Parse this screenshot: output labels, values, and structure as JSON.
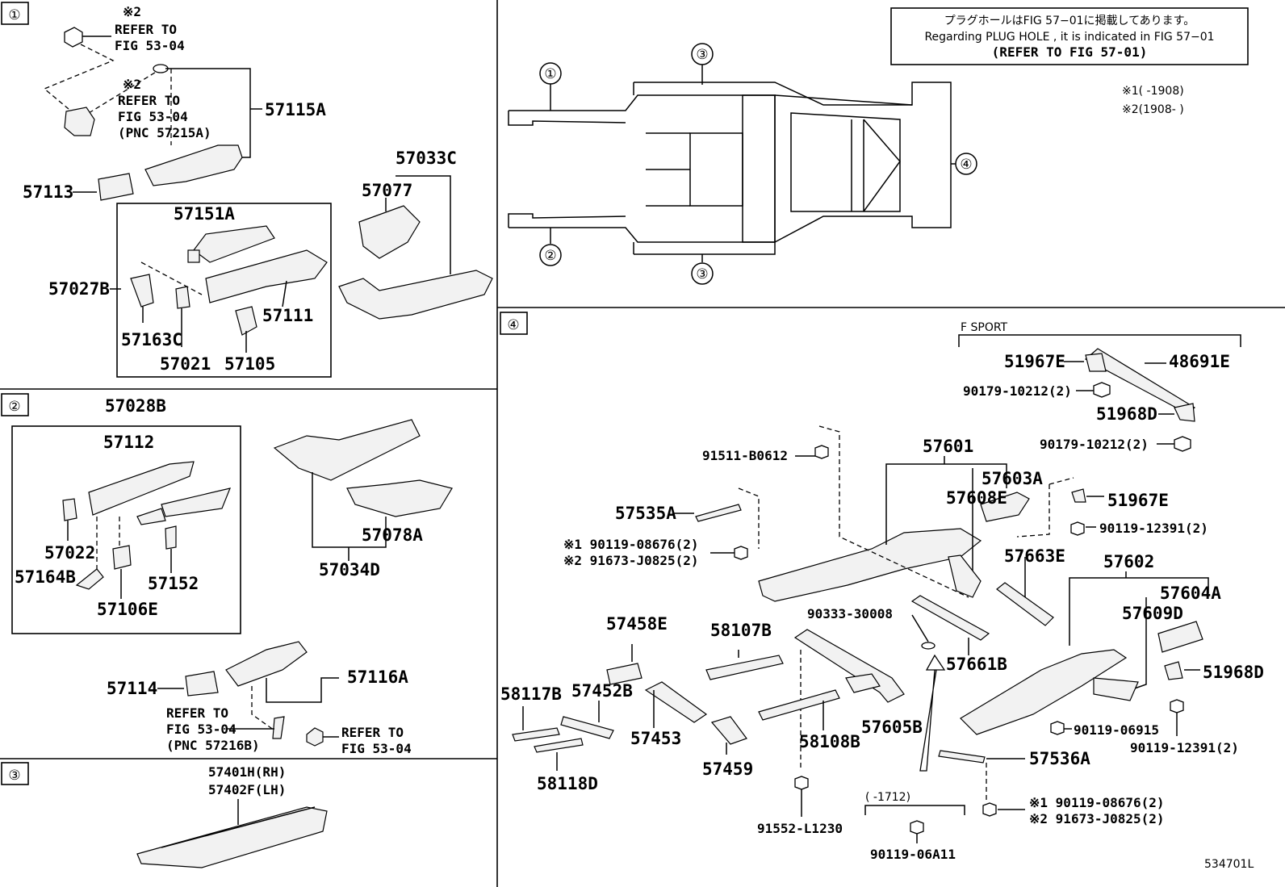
{
  "sections": {
    "s1": "①",
    "s2": "②",
    "s3": "③",
    "s4": "④"
  },
  "note_box": {
    "line1": "プラグホールはFIG 57−01に掲載してあります。",
    "line2": "Regarding  PLUG  HOLE , it is indicated in FIG  57−01",
    "line3": "(REFER TO FIG 57-01)"
  },
  "legend": {
    "m1": "※1(      -1908)",
    "m2": "※2(1908-      )"
  },
  "overview": {
    "c1": "①",
    "c2": "②",
    "c3a": "③",
    "c3b": "③",
    "c4": "④"
  },
  "sec1": {
    "ref1_mark": "※2",
    "ref1_a": "REFER TO",
    "ref1_b": "FIG 53-04",
    "ref2_mark": "※2",
    "ref2_a": "REFER TO",
    "ref2_b": "FIG 53-04",
    "ref2_c": "(PNC 57215A)",
    "p57115A": "57115A",
    "p57113": "57113",
    "p57151A": "57151A",
    "p57027B": "57027B",
    "p57111": "57111",
    "p57163C": "57163C",
    "p57021": "57021",
    "p57105": "57105",
    "p57033C": "57033C",
    "p57077": "57077"
  },
  "sec2": {
    "p57028B": "57028B",
    "p57112": "57112",
    "p57022": "57022",
    "p57164B": "57164B",
    "p57106E": "57106E",
    "p57152": "57152",
    "p57034D": "57034D",
    "p57078A": "57078A",
    "p57114": "57114",
    "p57116A": "57116A",
    "ref3_a": "REFER TO",
    "ref3_b": "FIG 53-04",
    "ref3_c": "(PNC 57216B)",
    "ref4_a": "REFER TO",
    "ref4_b": "FIG 53-04"
  },
  "sec3": {
    "p57401H": "57401H(RH)",
    "p57402F": "57402F(LH)"
  },
  "sec4": {
    "fsport": "F SPORT",
    "p51967E_a": "51967E",
    "p48691E": "48691E",
    "p90179a": "90179-10212(2)",
    "p51968D_a": "51968D",
    "p90179b": "90179-10212(2)",
    "p91511": "91511-B0612",
    "p57601": "57601",
    "p57603A": "57603A",
    "p57608E": "57608E",
    "p51967E_b": "51967E",
    "p90119_12391a": "90119-12391(2)",
    "p57535A": "57535A",
    "m1_90119": "※1 90119-08676(2)",
    "m2_91673": "※2 91673-J0825(2)",
    "p57663E": "57663E",
    "p57602": "57602",
    "p57604A": "57604A",
    "p57609D": "57609D",
    "p90333": "90333-30008",
    "p57661B": "57661B",
    "p57458E": "57458E",
    "p58107B": "58107B",
    "p51968D_b": "51968D",
    "p58117B": "58117B",
    "p57452B": "57452B",
    "p57453": "57453",
    "p57605B": "57605B",
    "p90119_06915": "90119-06915",
    "p90119_12391b": "90119-12391(2)",
    "p58108B": "58108B",
    "p57459": "57459",
    "p57536A": "57536A",
    "p58118D": "58118D",
    "range1712": "(      -1712)",
    "m1_90119b": "※1 90119-08676(2)",
    "m2_91673b": "※2 91673-J0825(2)",
    "p91552": "91552-L1230",
    "p90119_06A11": "90119-06A11",
    "code": "534701L"
  }
}
